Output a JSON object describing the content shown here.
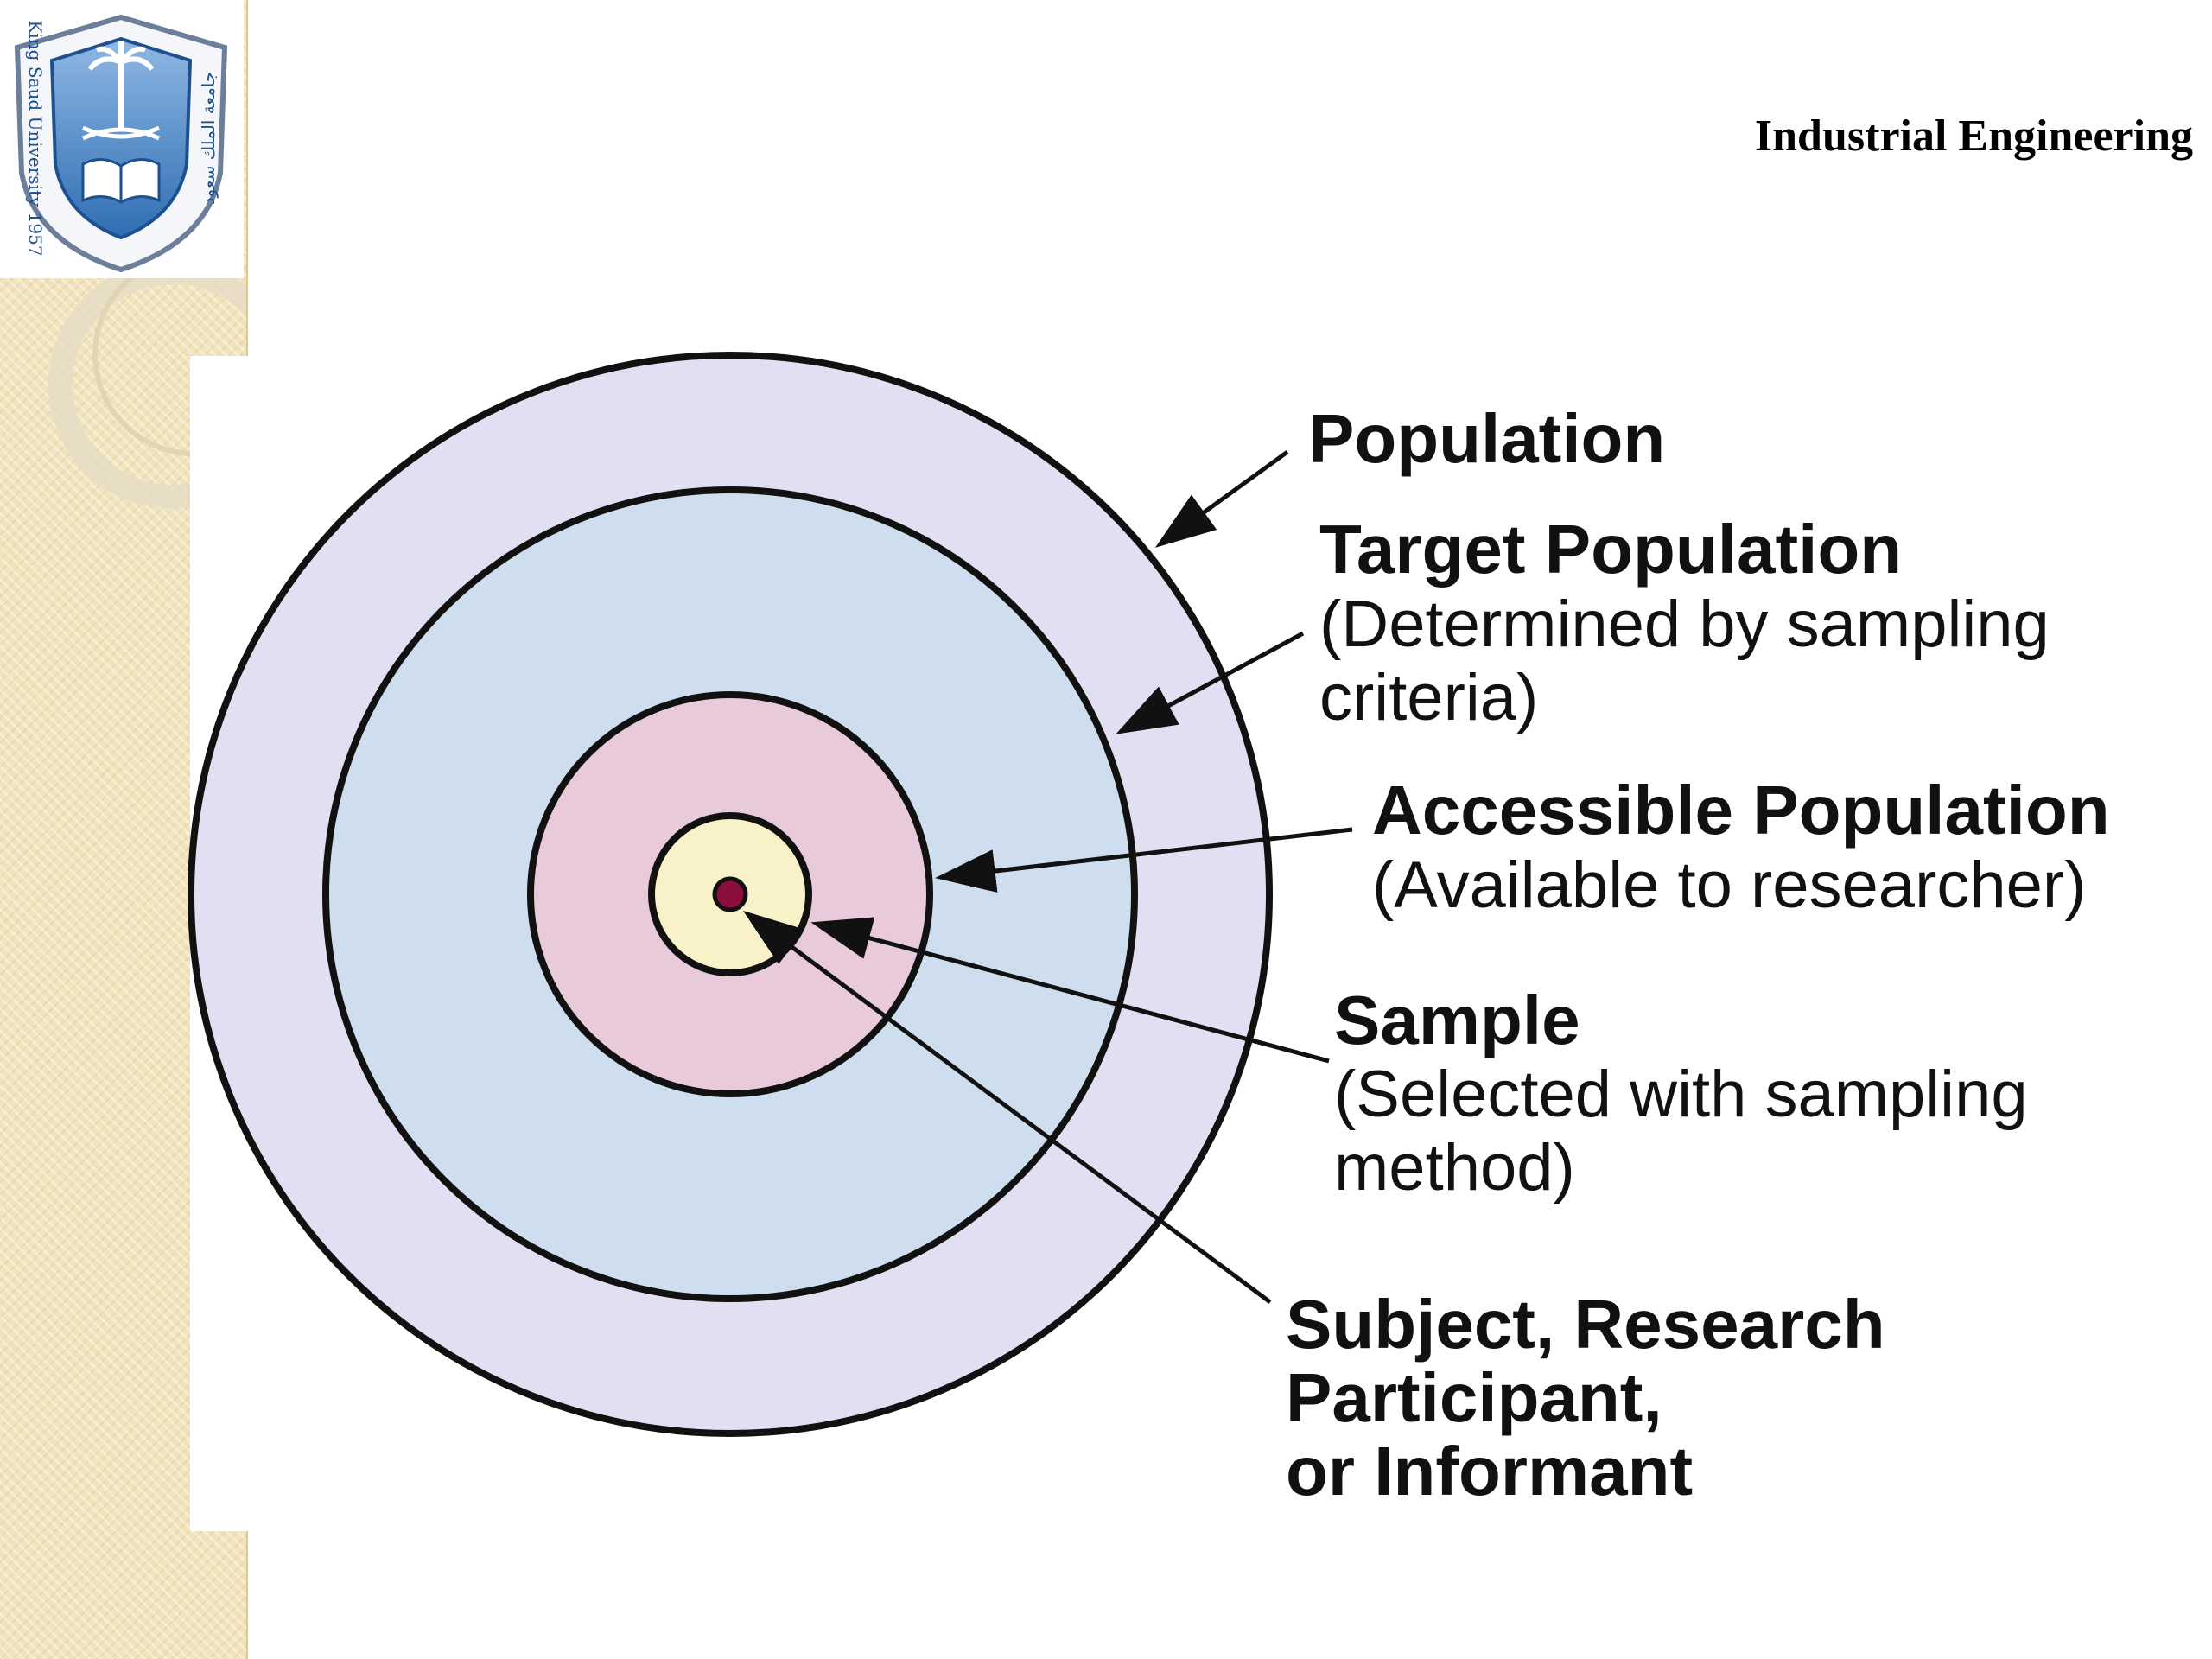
{
  "header": {
    "title": "Industrial Engineering"
  },
  "logo": {
    "name": "King Saud University seal",
    "left_text": "King Saud University 1957",
    "right_text": "جامعة الملك سعود"
  },
  "diagram": {
    "rings": [
      {
        "name": "population",
        "color": "#e0e0f2"
      },
      {
        "name": "target-population",
        "color": "#cfdeee"
      },
      {
        "name": "accessible-population",
        "color": "#e9cada"
      },
      {
        "name": "sample",
        "color": "#f9f1c8"
      },
      {
        "name": "subject",
        "color": "#8a0f3c"
      }
    ],
    "labels": {
      "population": {
        "title": "Population"
      },
      "target": {
        "title": "Target Population",
        "line1": "(Determined by sampling",
        "line2": "criteria)"
      },
      "accessible": {
        "title": "Accessible Population",
        "line1": "(Available to researcher)"
      },
      "sample": {
        "title": "Sample",
        "line1": "(Selected with sampling",
        "line2": "method)"
      },
      "subject": {
        "line1": "Subject, Research",
        "line2": "Participant,",
        "line3": "or Informant"
      }
    }
  }
}
